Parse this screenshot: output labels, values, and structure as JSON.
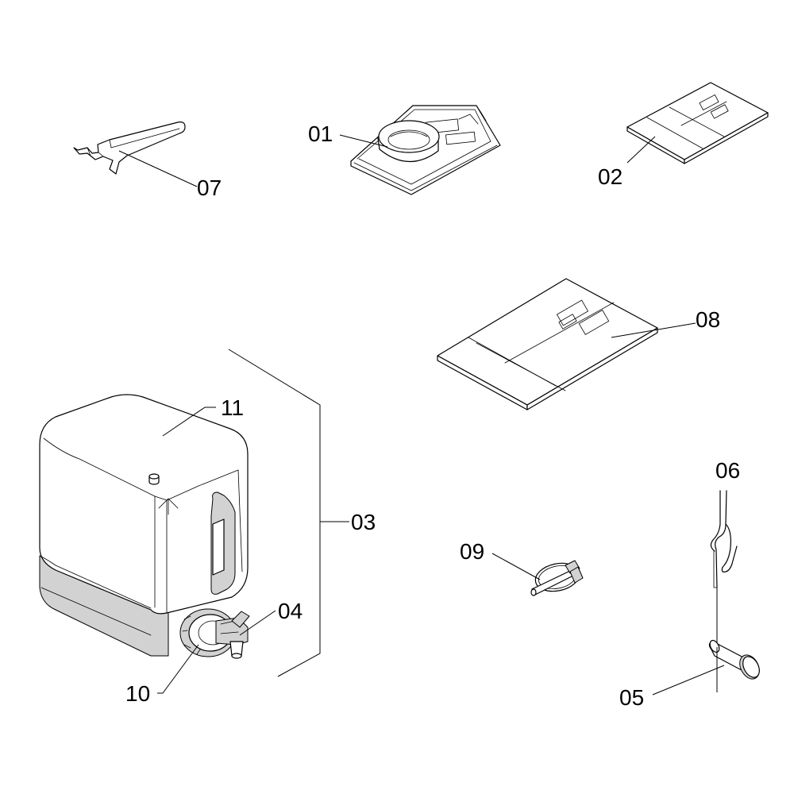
{
  "callouts": {
    "c01": "01",
    "c02": "02",
    "c03": "03",
    "c04": "04",
    "c05": "05",
    "c06": "06",
    "c07": "07",
    "c08": "08",
    "c09": "09",
    "c10": "10",
    "c11": "11"
  },
  "parts": [
    {
      "callout": "01",
      "icon": "funnel-filter-plate-icon"
    },
    {
      "callout": "02",
      "icon": "instruction-card-icon"
    },
    {
      "callout": "03",
      "icon": "container-assembly-bracket"
    },
    {
      "callout": "04",
      "icon": "tap-valve-icon"
    },
    {
      "callout": "05",
      "icon": "pin-icon"
    },
    {
      "callout": "06",
      "icon": "spring-clip-icon"
    },
    {
      "callout": "07",
      "icon": "spanner-wrench-icon"
    },
    {
      "callout": "08",
      "icon": "manual-booklet-icon"
    },
    {
      "callout": "09",
      "icon": "lynch-pin-icon"
    },
    {
      "callout": "10",
      "icon": "cap-nut-icon"
    },
    {
      "callout": "11",
      "icon": "canister-icon"
    }
  ],
  "colors": {
    "line": "#000000",
    "fill": "#ffffff",
    "shade": "#d2d2d2"
  }
}
